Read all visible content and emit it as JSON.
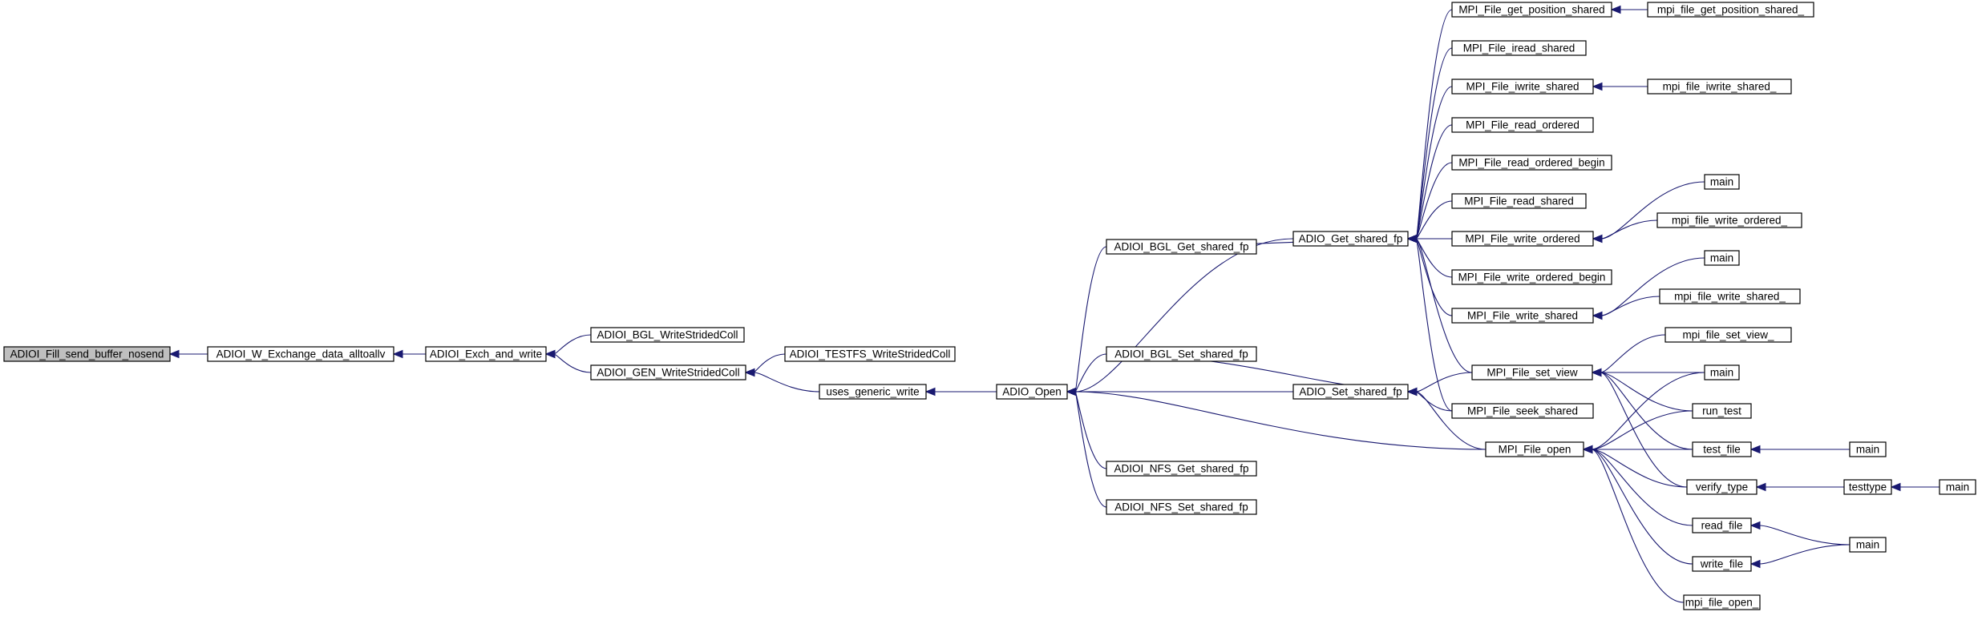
{
  "graph": {
    "root": "ADIOI_Fill_send_buffer_nosend",
    "nodes": [
      {
        "id": "fill",
        "label": "ADIOI_Fill_send_buffer_nosend",
        "root": true
      },
      {
        "id": "wex",
        "label": "ADIOI_W_Exchange_data_alltoallv"
      },
      {
        "id": "exch",
        "label": "ADIOI_Exch_and_write"
      },
      {
        "id": "bglws",
        "label": "ADIOI_BGL_WriteStridedColl"
      },
      {
        "id": "genws",
        "label": "ADIOI_GEN_WriteStridedColl"
      },
      {
        "id": "testfs",
        "label": "ADIOI_TESTFS_WriteStridedColl"
      },
      {
        "id": "ugw",
        "label": "uses_generic_write"
      },
      {
        "id": "open",
        "label": "ADIO_Open"
      },
      {
        "id": "bglget",
        "label": "ADIOI_BGL_Get_shared_fp"
      },
      {
        "id": "bglset",
        "label": "ADIOI_BGL_Set_shared_fp"
      },
      {
        "id": "nfsget",
        "label": "ADIOI_NFS_Get_shared_fp"
      },
      {
        "id": "nfsset",
        "label": "ADIOI_NFS_Set_shared_fp"
      },
      {
        "id": "getfp",
        "label": "ADIO_Get_shared_fp"
      },
      {
        "id": "setfp",
        "label": "ADIO_Set_shared_fp"
      },
      {
        "id": "fopen",
        "label": "MPI_File_open"
      },
      {
        "id": "gpos",
        "label": "MPI_File_get_position_shared"
      },
      {
        "id": "iread",
        "label": "MPI_File_iread_shared"
      },
      {
        "id": "iwrite",
        "label": "MPI_File_iwrite_shared"
      },
      {
        "id": "rord",
        "label": "MPI_File_read_ordered"
      },
      {
        "id": "rordb",
        "label": "MPI_File_read_ordered_begin"
      },
      {
        "id": "rshared",
        "label": "MPI_File_read_shared"
      },
      {
        "id": "word",
        "label": "MPI_File_write_ordered"
      },
      {
        "id": "wordb",
        "label": "MPI_File_write_ordered_begin"
      },
      {
        "id": "wshared",
        "label": "MPI_File_write_shared"
      },
      {
        "id": "setview",
        "label": "MPI_File_set_view"
      },
      {
        "id": "seek",
        "label": "MPI_File_seek_shared"
      },
      {
        "id": "gpos_",
        "label": "mpi_file_get_position_shared_"
      },
      {
        "id": "iwrite_",
        "label": "mpi_file_iwrite_shared_"
      },
      {
        "id": "main1",
        "label": "main"
      },
      {
        "id": "word_",
        "label": "mpi_file_write_ordered_"
      },
      {
        "id": "main2",
        "label": "main"
      },
      {
        "id": "wshared_",
        "label": "mpi_file_write_shared_"
      },
      {
        "id": "setview_",
        "label": "mpi_file_set_view_"
      },
      {
        "id": "main3",
        "label": "main"
      },
      {
        "id": "runtest",
        "label": "run_test"
      },
      {
        "id": "testfile",
        "label": "test_file"
      },
      {
        "id": "verify",
        "label": "verify_type"
      },
      {
        "id": "readfile",
        "label": "read_file"
      },
      {
        "id": "writefile",
        "label": "write_file"
      },
      {
        "id": "fopen_",
        "label": "mpi_file_open_"
      },
      {
        "id": "main4",
        "label": "main"
      },
      {
        "id": "testtype",
        "label": "testtype"
      },
      {
        "id": "main5",
        "label": "main"
      },
      {
        "id": "main6",
        "label": "main"
      }
    ],
    "edges": [
      [
        "wex",
        "fill"
      ],
      [
        "exch",
        "wex"
      ],
      [
        "bglws",
        "exch"
      ],
      [
        "genws",
        "exch"
      ],
      [
        "testfs",
        "genws"
      ],
      [
        "ugw",
        "genws"
      ],
      [
        "open",
        "ugw"
      ],
      [
        "bglget",
        "open"
      ],
      [
        "bglset",
        "open"
      ],
      [
        "nfsget",
        "open"
      ],
      [
        "nfsset",
        "open"
      ],
      [
        "getfp",
        "open"
      ],
      [
        "setfp",
        "open"
      ],
      [
        "fopen",
        "open"
      ],
      [
        "bglget",
        "getfp"
      ],
      [
        "bglset",
        "setfp"
      ],
      [
        "gpos",
        "getfp"
      ],
      [
        "iread",
        "getfp"
      ],
      [
        "iwrite",
        "getfp"
      ],
      [
        "rord",
        "getfp"
      ],
      [
        "rordb",
        "getfp"
      ],
      [
        "rshared",
        "getfp"
      ],
      [
        "word",
        "getfp"
      ],
      [
        "wordb",
        "getfp"
      ],
      [
        "wshared",
        "getfp"
      ],
      [
        "setview",
        "getfp"
      ],
      [
        "seek",
        "getfp"
      ],
      [
        "setview",
        "setfp"
      ],
      [
        "seek",
        "setfp"
      ],
      [
        "fopen",
        "setfp"
      ],
      [
        "gpos_",
        "gpos"
      ],
      [
        "iwrite_",
        "iwrite"
      ],
      [
        "main1",
        "word"
      ],
      [
        "word_",
        "word"
      ],
      [
        "main2",
        "wshared"
      ],
      [
        "wshared_",
        "wshared"
      ],
      [
        "setview_",
        "setview"
      ],
      [
        "main3",
        "setview"
      ],
      [
        "runtest",
        "setview"
      ],
      [
        "testfile",
        "setview"
      ],
      [
        "verify",
        "setview"
      ],
      [
        "main3",
        "fopen"
      ],
      [
        "runtest",
        "fopen"
      ],
      [
        "testfile",
        "fopen"
      ],
      [
        "verify",
        "fopen"
      ],
      [
        "readfile",
        "fopen"
      ],
      [
        "writefile",
        "fopen"
      ],
      [
        "fopen_",
        "fopen"
      ],
      [
        "main4",
        "testfile"
      ],
      [
        "testtype",
        "verify"
      ],
      [
        "main5",
        "testtype"
      ],
      [
        "main6",
        "readfile"
      ],
      [
        "main6",
        "writefile"
      ]
    ]
  }
}
